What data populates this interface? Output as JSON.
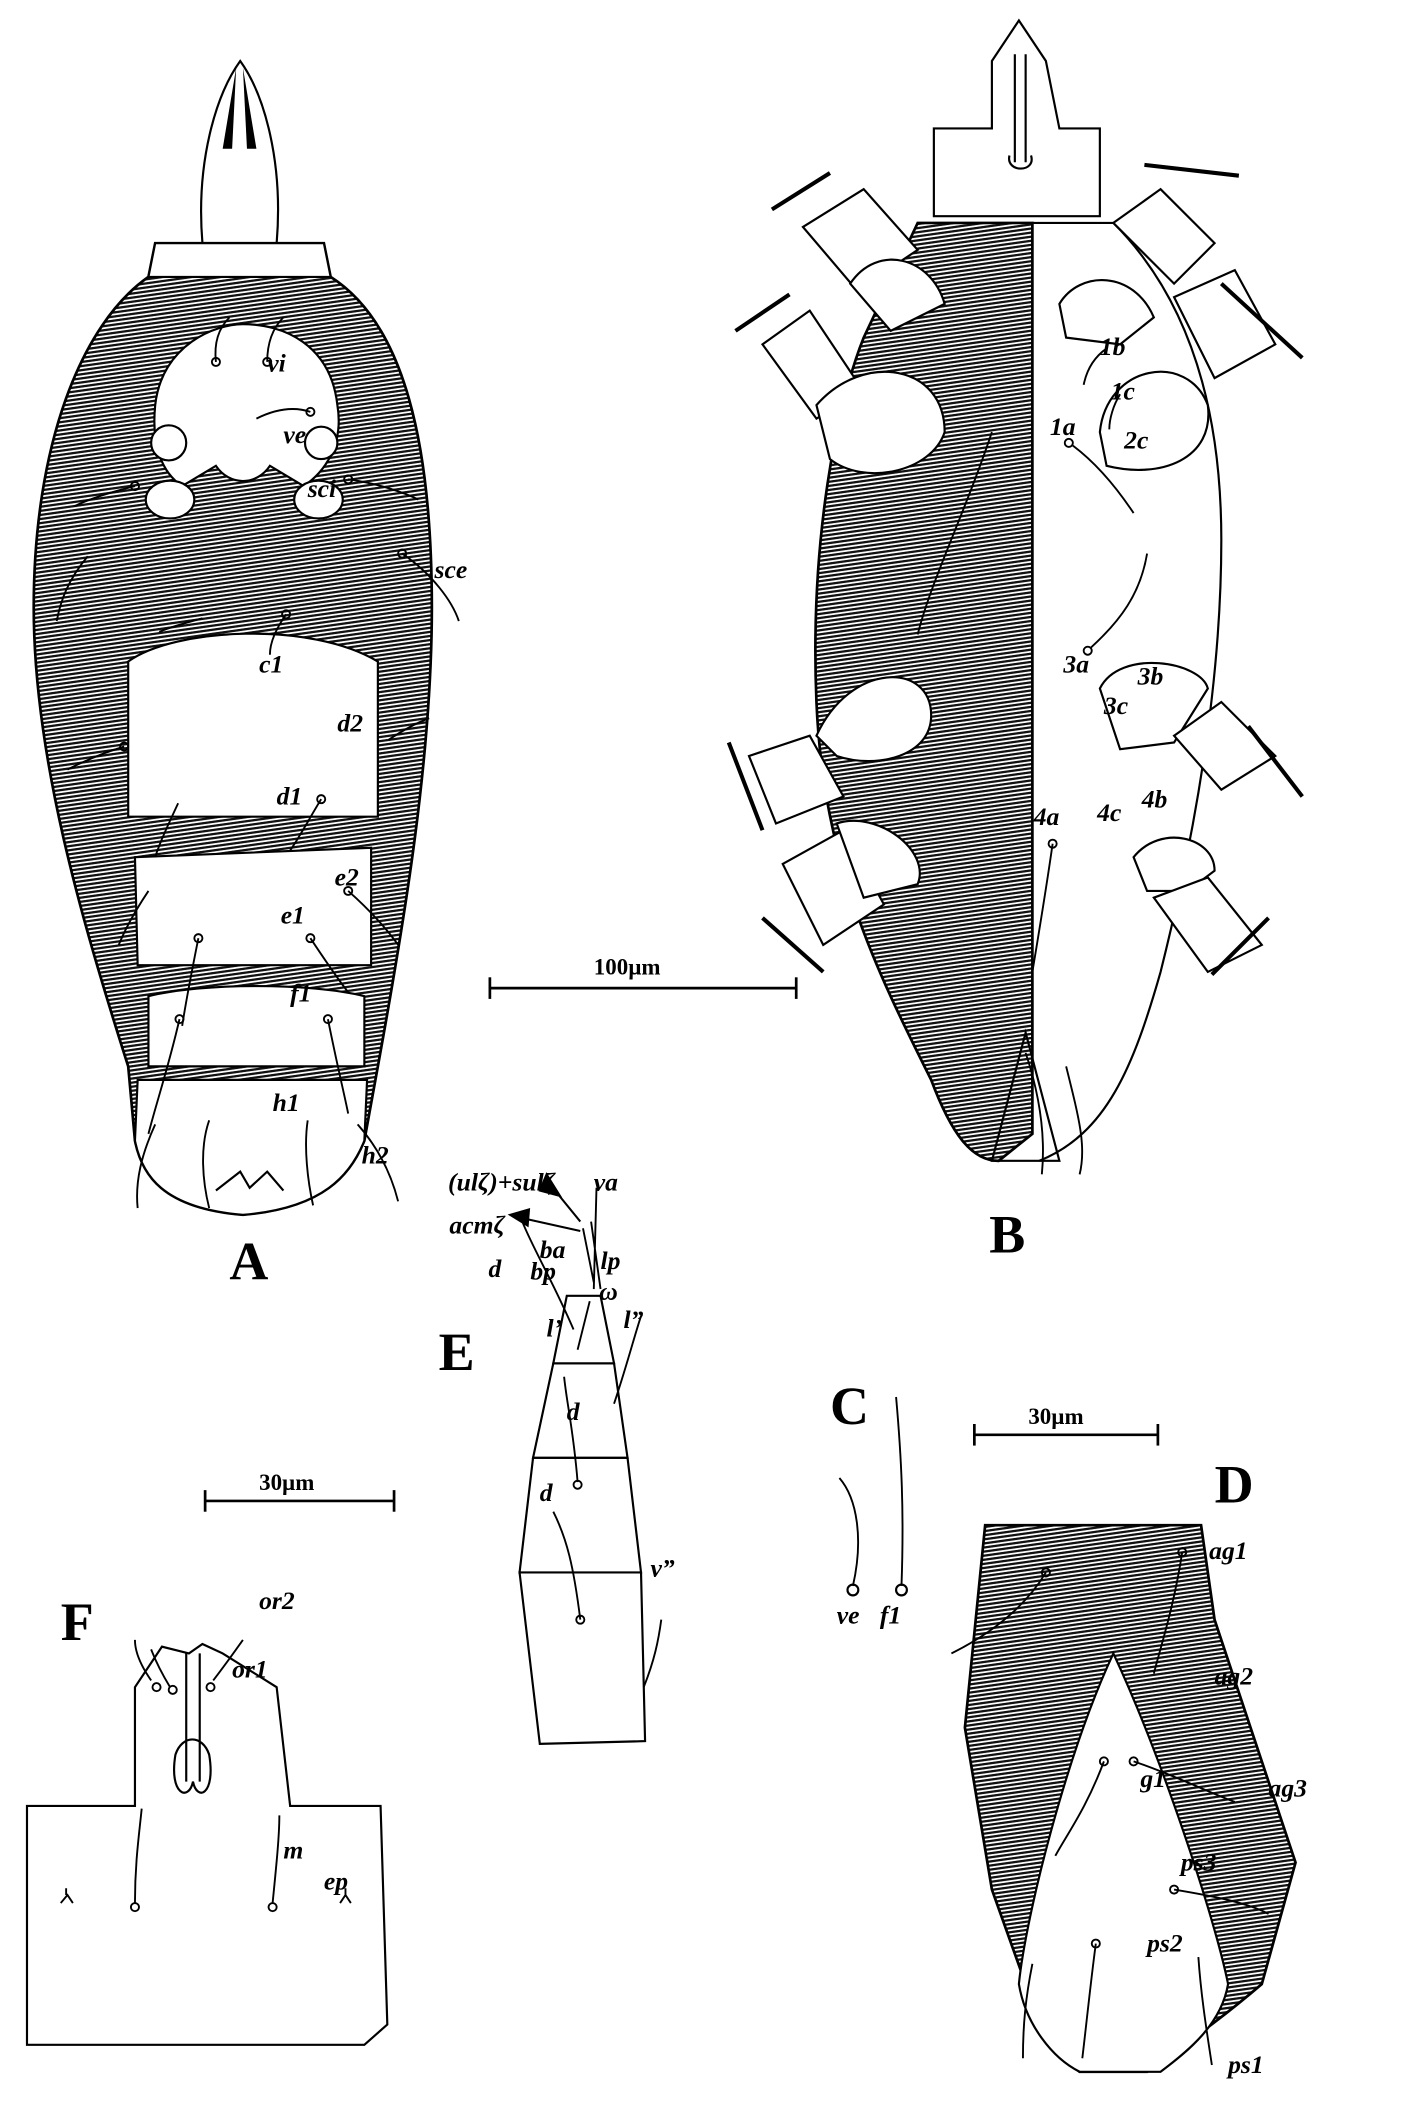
{
  "panels": {
    "A": "A",
    "B": "B",
    "C": "C",
    "D": "D",
    "E": "E",
    "F": "F"
  },
  "scale_bars": {
    "main": "100µm",
    "D": "30µm",
    "F": "30µm"
  },
  "labels_A": {
    "vi": "vi",
    "ve": "ve",
    "sci": "sci",
    "sce": "sce",
    "c1": "c1",
    "d2": "d2",
    "d1": "d1",
    "e2": "e2",
    "e1": "e1",
    "f1": "f1",
    "h1": "h1",
    "h2": "h2"
  },
  "labels_B": {
    "1b": "1b",
    "1c": "1c",
    "1a": "1a",
    "2c": "2c",
    "3a": "3a",
    "3b": "3b",
    "3c": "3c",
    "4a": "4a",
    "4b": "4b",
    "4c": "4c"
  },
  "labels_C": {
    "ve": "ve",
    "f1": "f1"
  },
  "labels_D": {
    "ag1": "ag1",
    "ag2": "ag2",
    "g1": "g1",
    "ag3": "ag3",
    "ps3": "ps3",
    "ps2": "ps2",
    "ps1": "ps1"
  },
  "labels_E": {
    "ulz": "(ulζ)+sulζ",
    "va": "va",
    "acmz": "acmζ",
    "ba": "ba",
    "bp": "bp",
    "lp": "lp",
    "d1": "d",
    "omega": "ω",
    "l1": "l’",
    "l2": "l”",
    "d2": "d",
    "d3": "d",
    "v2": "v”"
  },
  "labels_F": {
    "or2": "or2",
    "or1": "or1",
    "m": "m",
    "ep": "ep"
  }
}
